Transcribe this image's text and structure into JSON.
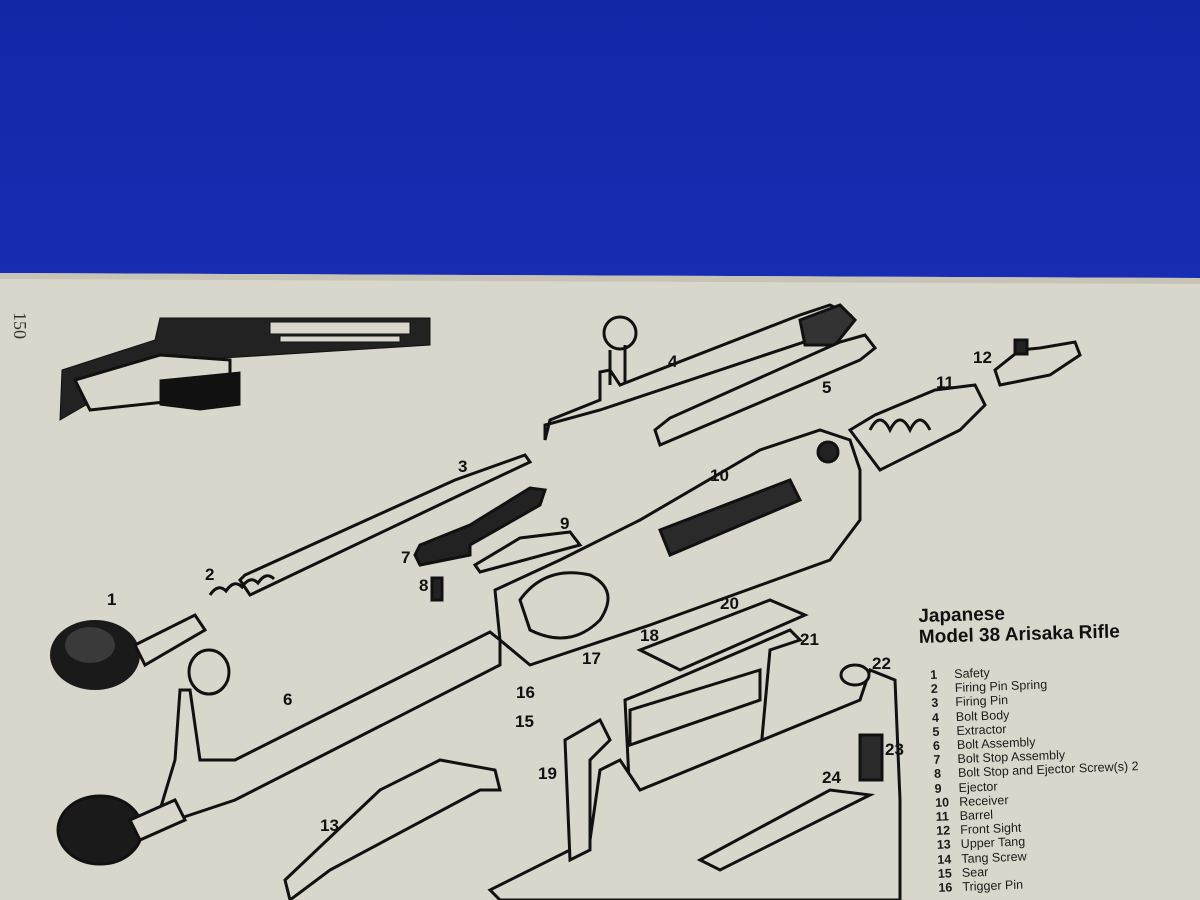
{
  "page_number": "150",
  "title": {
    "line1": "Japanese",
    "line2": "Model 38 Arisaka Rifle"
  },
  "legend": [
    {
      "num": "1",
      "name": "Safety"
    },
    {
      "num": "2",
      "name": "Firing Pin Spring"
    },
    {
      "num": "3",
      "name": "Firing Pin"
    },
    {
      "num": "4",
      "name": "Bolt Body"
    },
    {
      "num": "5",
      "name": "Extractor"
    },
    {
      "num": "6",
      "name": "Bolt Assembly"
    },
    {
      "num": "7",
      "name": "Bolt Stop Assembly"
    },
    {
      "num": "8",
      "name": "Bolt Stop and Ejector Screw(s) 2"
    },
    {
      "num": "9",
      "name": "Ejector"
    },
    {
      "num": "10",
      "name": "Receiver"
    },
    {
      "num": "11",
      "name": "Barrel"
    },
    {
      "num": "12",
      "name": "Front Sight"
    },
    {
      "num": "13",
      "name": "Upper Tang"
    },
    {
      "num": "14",
      "name": "Tang Screw"
    },
    {
      "num": "15",
      "name": "Sear"
    },
    {
      "num": "16",
      "name": "Trigger Pin"
    }
  ],
  "callouts": {
    "c1": "1",
    "c2": "2",
    "c3": "3",
    "c4": "4",
    "c5": "5",
    "c6": "6",
    "c7": "7",
    "c8": "8",
    "c9": "9",
    "c10": "10",
    "c11": "11",
    "c12": "12",
    "c13": "13",
    "c15": "15",
    "c16": "16",
    "c17": "17",
    "c18": "18",
    "c19": "19",
    "c20": "20",
    "c21": "21",
    "c22": "22",
    "c23": "23",
    "c24": "24"
  }
}
